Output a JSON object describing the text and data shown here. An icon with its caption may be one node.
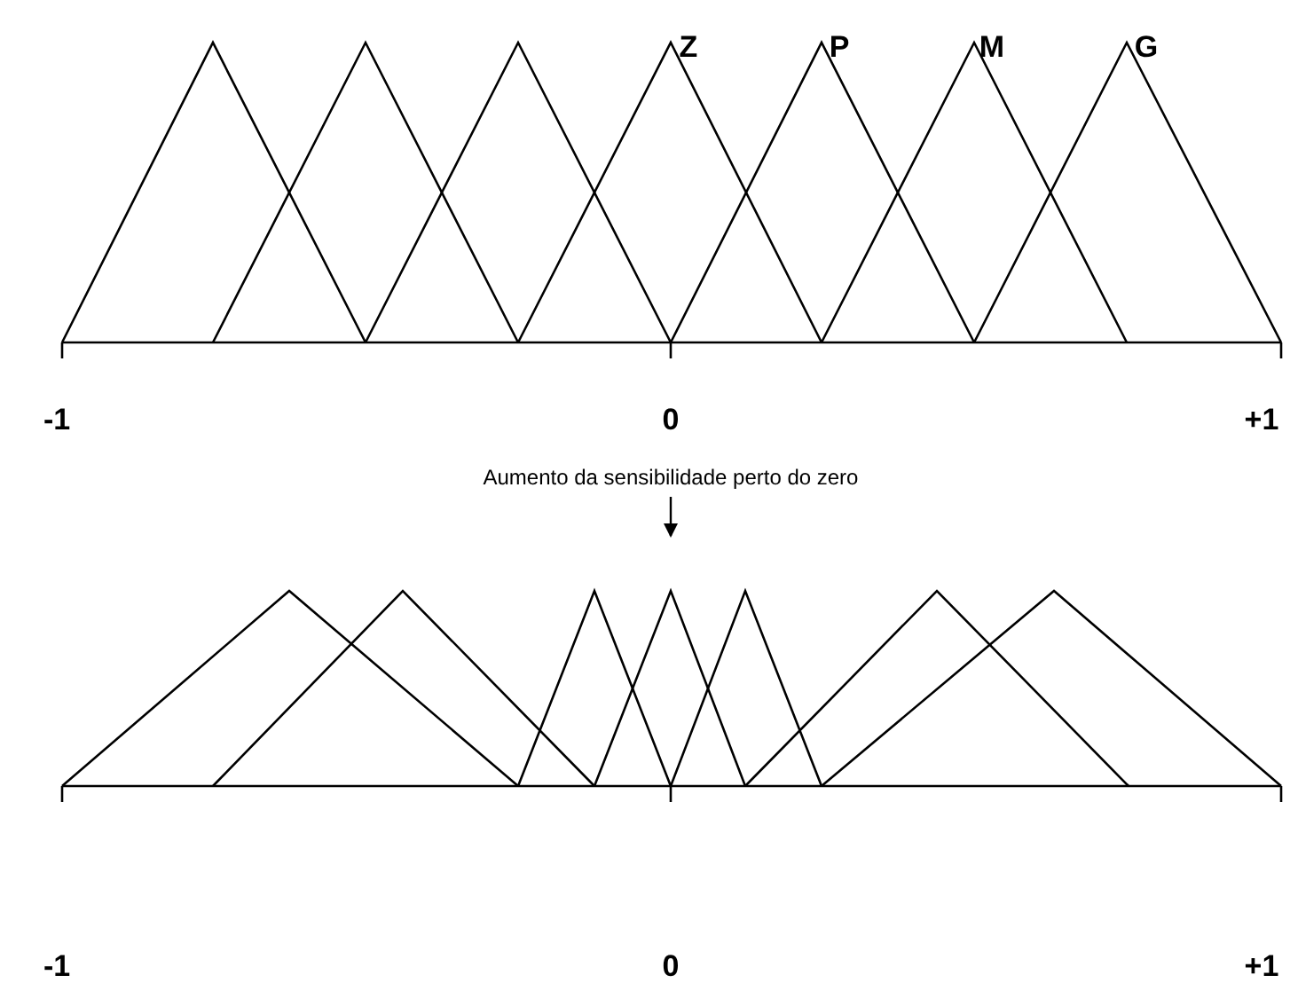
{
  "diagram": {
    "labels": [
      "Z",
      "P",
      "M",
      "G",
      "-1",
      "0",
      "+1",
      "Aumento da sensibilidade perto do zero",
      "-1",
      "0",
      "+1"
    ]
  }
}
